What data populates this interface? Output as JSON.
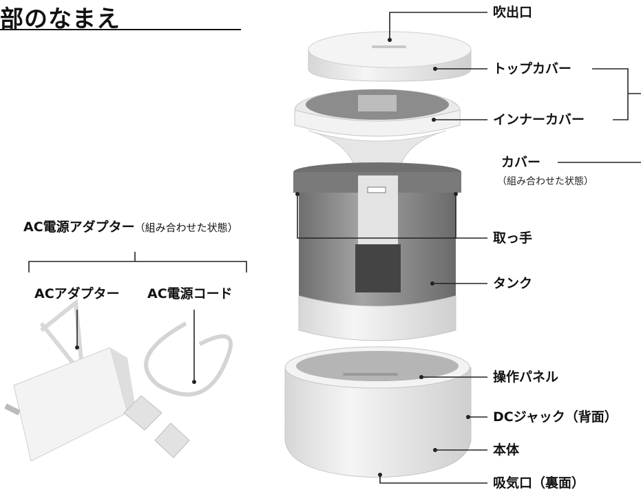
{
  "title": "部のなまえ",
  "adapter_group": {
    "label": "AC電源アダプター",
    "note": "（組み合わせた状態）",
    "left": "ACアダプター",
    "right": "AC電源コード"
  },
  "parts": [
    {
      "key": "outlet",
      "label": "吹出口"
    },
    {
      "key": "top_cover",
      "label": "トップカバー"
    },
    {
      "key": "inner_cover",
      "label": "インナーカバー"
    },
    {
      "key": "cover",
      "label": "カバー"
    },
    {
      "key": "handle",
      "label": "取っ手"
    },
    {
      "key": "tank",
      "label": "タンク"
    },
    {
      "key": "panel",
      "label": "操作パネル"
    },
    {
      "key": "dc_jack",
      "label": "DCジャック（背面）"
    },
    {
      "key": "body",
      "label": "本体"
    },
    {
      "key": "intake",
      "label": "吸気口（裏面）"
    }
  ],
  "cover_note": "（組み合わせた状態）",
  "colors": {
    "line": "#222222",
    "device": "#efefef",
    "tank": "#8a8a8a"
  }
}
